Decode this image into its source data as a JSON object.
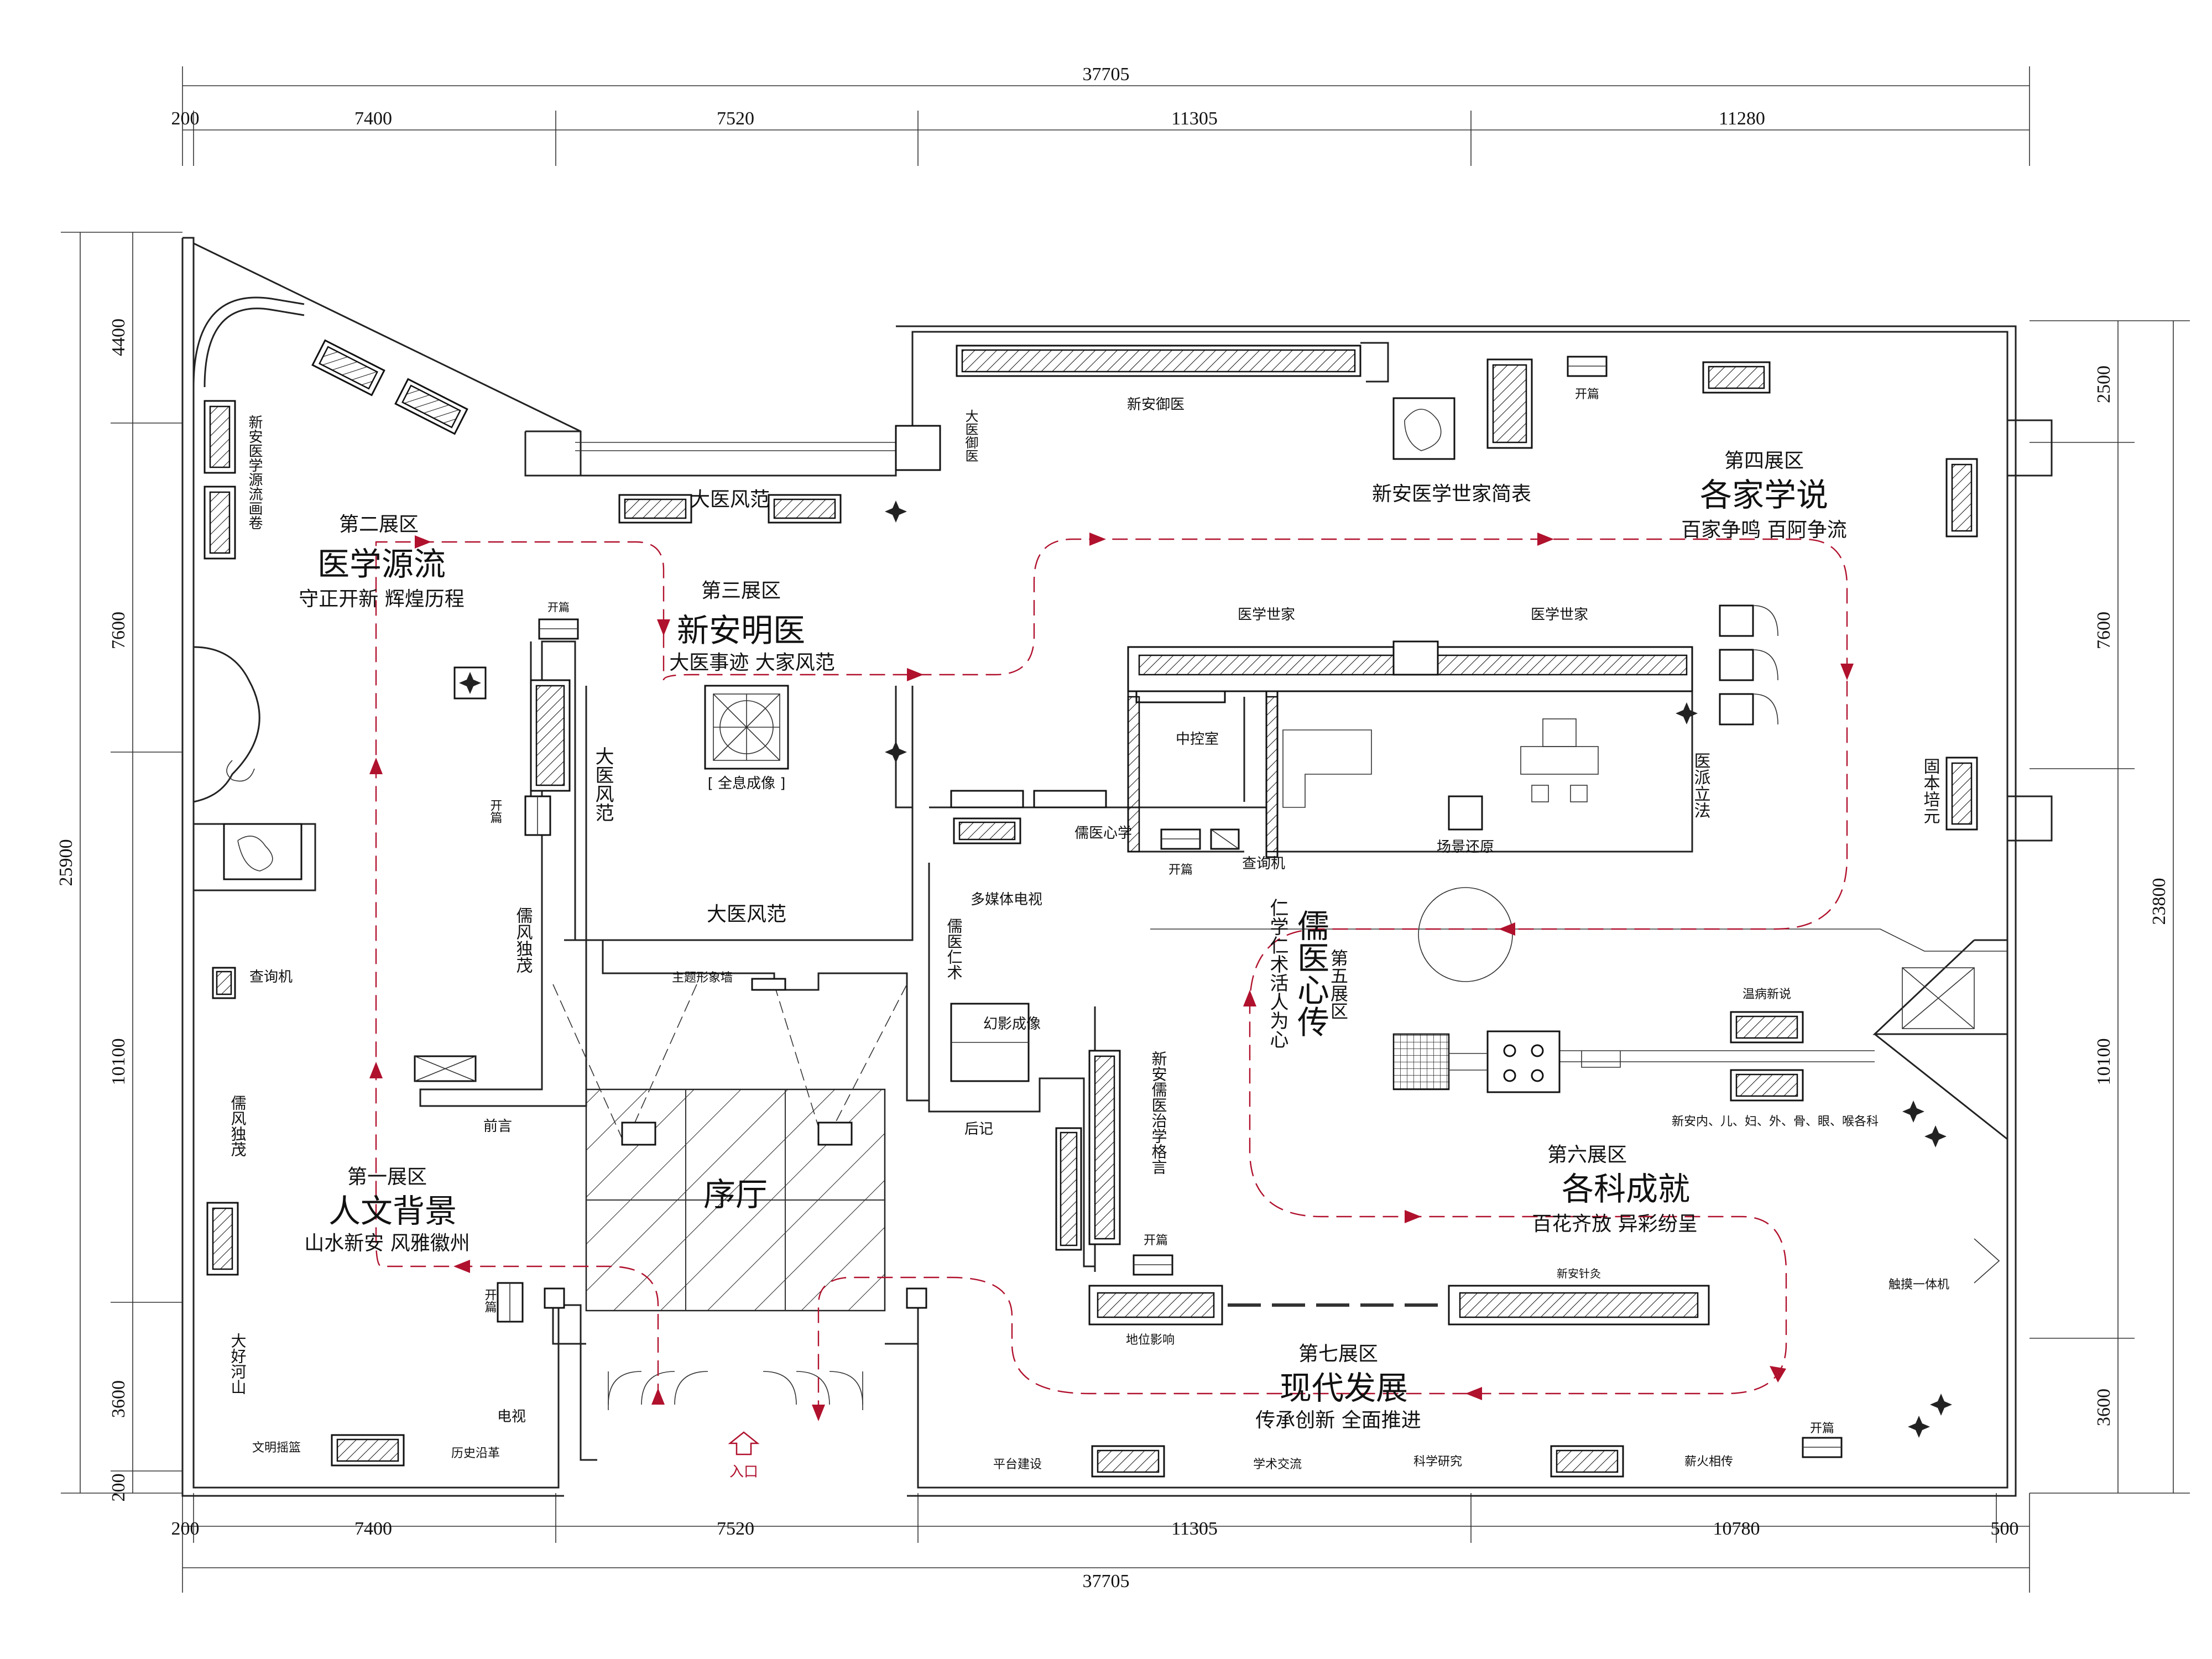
{
  "dimensions": {
    "top_total": "37705",
    "top_segments": [
      "200",
      "7400",
      "7520",
      "11305",
      "11280"
    ],
    "bottom_segments": [
      "200",
      "7400",
      "7520",
      "11305",
      "10780",
      "500"
    ],
    "bottom_total": "37705",
    "left_total": "25900",
    "left_segments": [
      "4400",
      "7600",
      "10100",
      "3600",
      "200"
    ],
    "right_total": "23800",
    "right_segments": [
      "2500",
      "7600",
      "10100",
      "3600"
    ]
  },
  "zones": {
    "z1": {
      "no": "第一展区",
      "title": "人文背景",
      "sub": "山水新安  风雅徽州"
    },
    "z2": {
      "no": "第二展区",
      "title": "医学源流",
      "sub": "守正开新  辉煌历程"
    },
    "z3": {
      "no": "第三展区",
      "title": "新安明医",
      "sub": "大医事迹  大家风范"
    },
    "z4": {
      "no": "第四展区",
      "title": "各家学说",
      "sub": "百家争鸣  百阿争流"
    },
    "z5": {
      "no": "第五展区",
      "title": "儒医心传",
      "sub": "仁学仁术活人为心"
    },
    "z6": {
      "no": "第六展区",
      "title": "各科成就",
      "sub": "百花齐放  异彩纷呈"
    },
    "z7": {
      "no": "第七展区",
      "title": "现代发展",
      "sub": "传承创新  全面推进"
    },
    "hall": {
      "title": "序厅"
    }
  },
  "labels": {
    "kaipian": "开篇",
    "chaxunji": "查询机",
    "dayifengfan": "大医风范",
    "xinan_yuyi": "新安御医",
    "dayi_yuyi": "大医御医",
    "shijia_table": "新安医学世家简表",
    "yixue_shijia": "医学世家",
    "quanxi": "[ 全息成像 ]",
    "zhongkong": "中控室",
    "changjing": "场景还原",
    "ruyi_xinxue": "儒医心学",
    "duomeiti": "多媒体电视",
    "ruyi_renshu": "儒医仁术",
    "huanying": "幻影成像",
    "zhuti": "主题形象墙",
    "qianyan": "前言",
    "houji": "后记",
    "geyan": "新安儒医治学格言",
    "yuanliu_scroll": "新安医学源流画卷",
    "rufeng1": "儒风独茂",
    "rufeng2": "儒风独茂",
    "dahao": "大好河山",
    "wenming": "文明摇篮",
    "lishi": "历史沿革",
    "dianshi": "电视",
    "entrance": "入口",
    "guben": "固本培元",
    "yibing": "医派立法",
    "wenbing": "温病新说",
    "ke": "新安内、儿、妇、外、骨、眼、喉各科",
    "chumo": "触摸一体机",
    "xinan_zhenjiu": "新安针灸",
    "diwei": "地位影响",
    "pingtai": "平台建设",
    "xueshu": "学术交流",
    "keyan": "科学研究",
    "xinhuo": "薪火相传"
  }
}
